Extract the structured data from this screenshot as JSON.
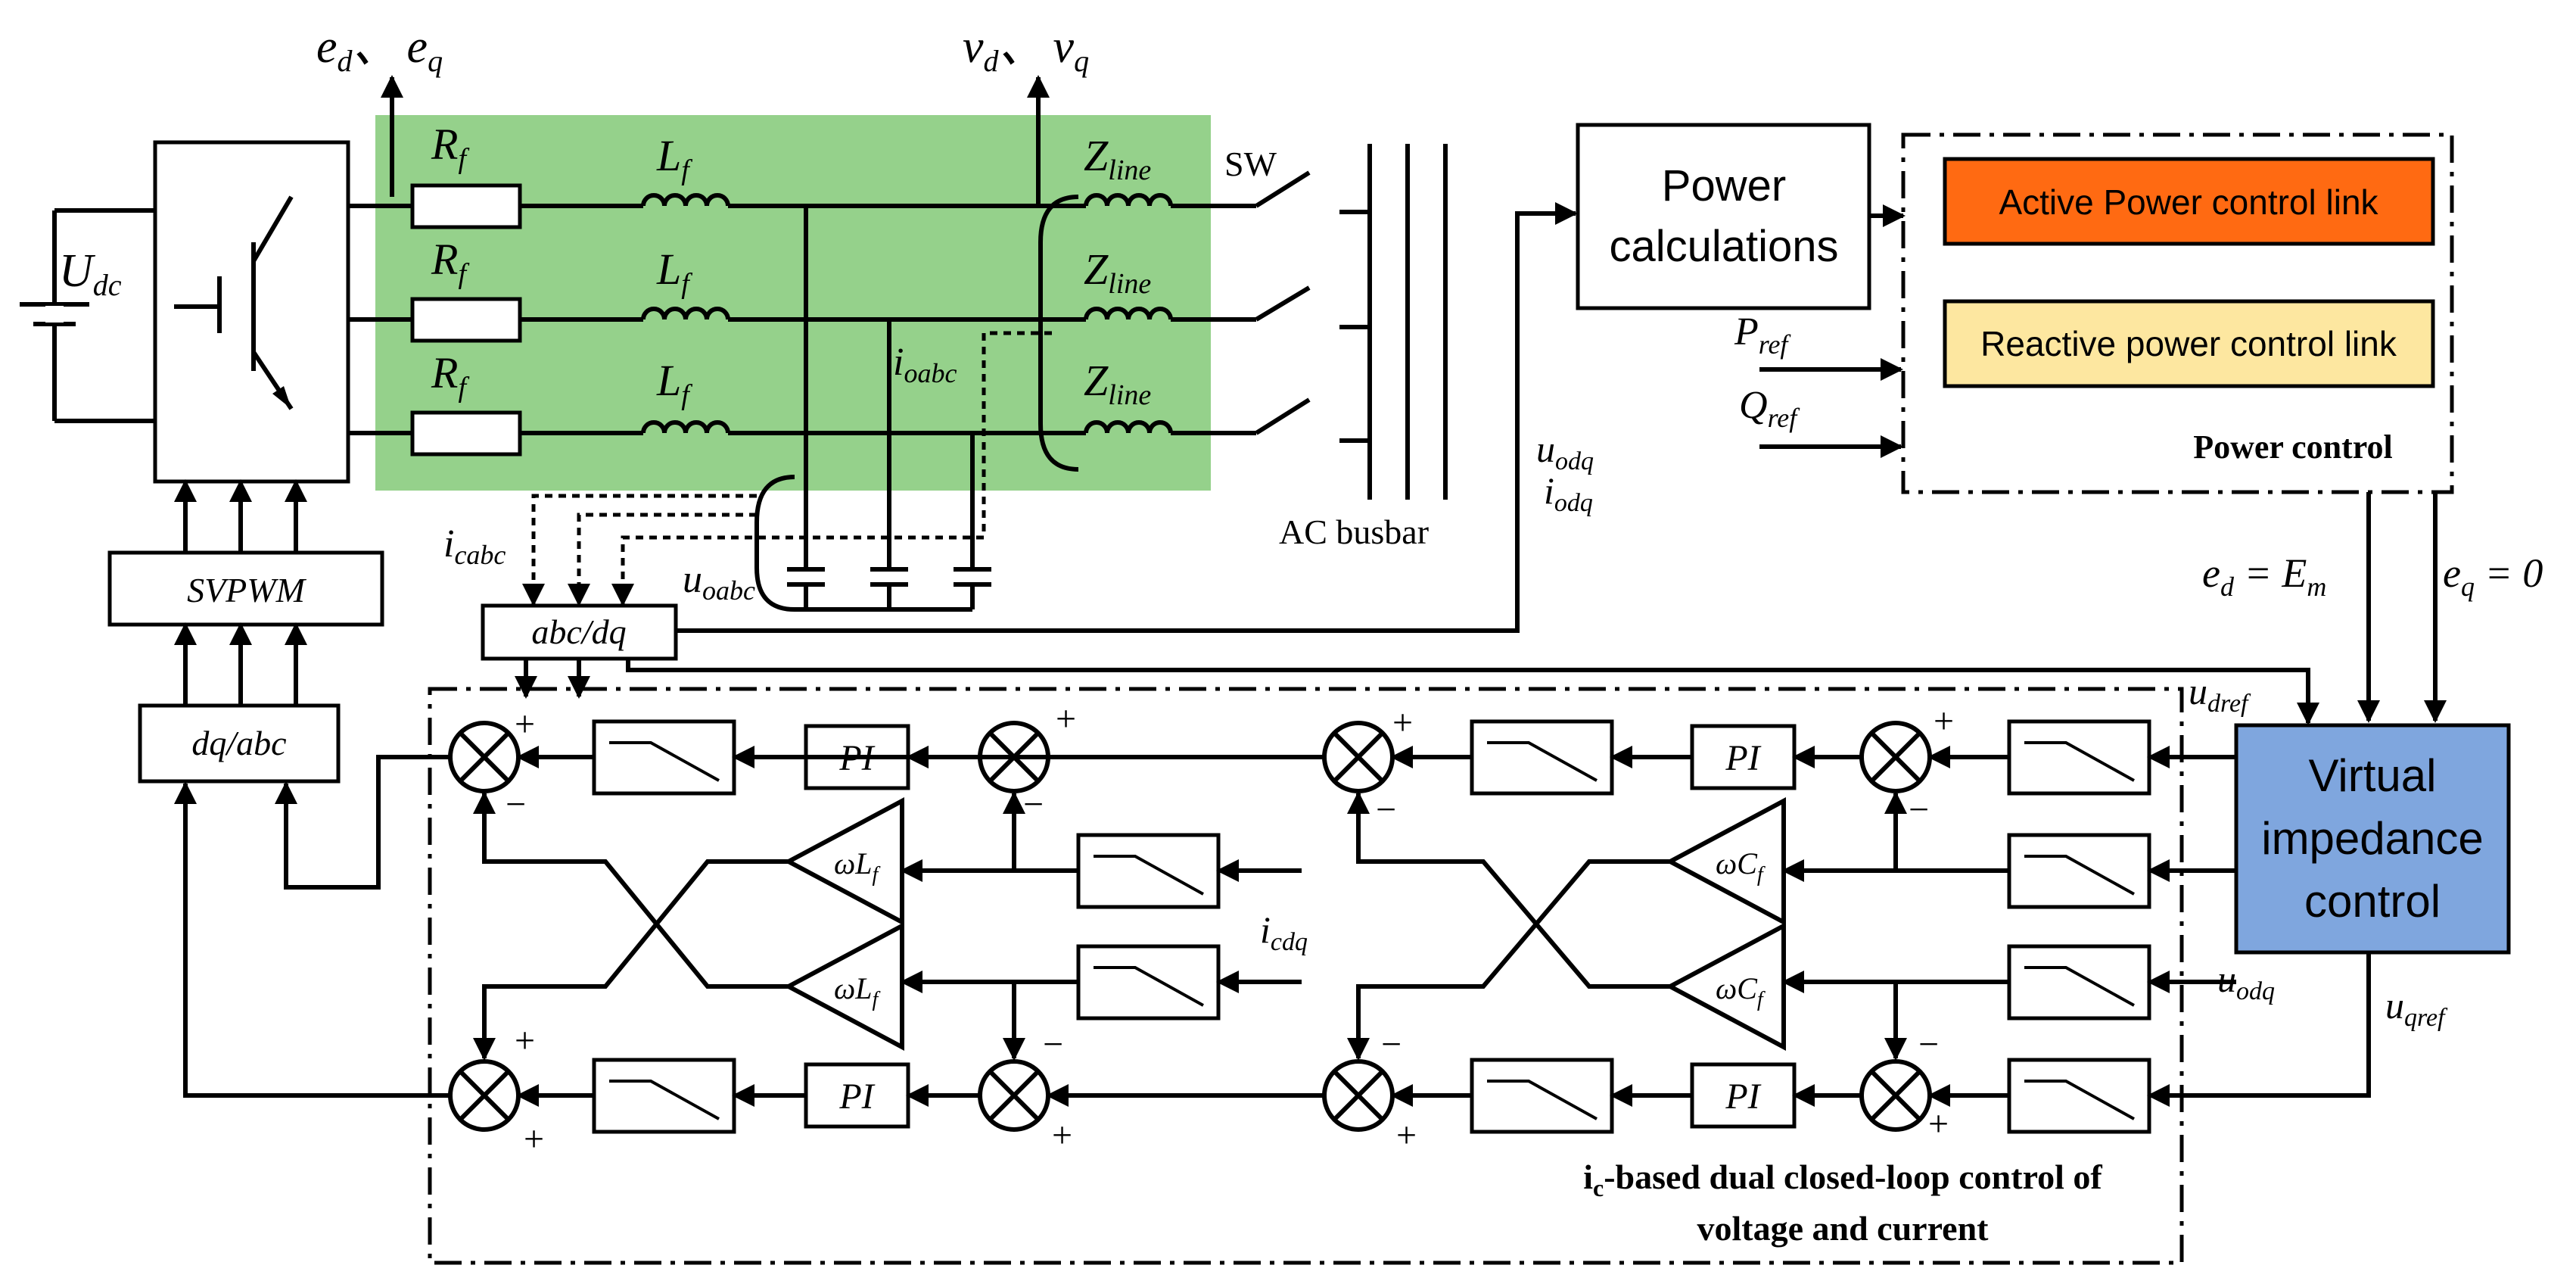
{
  "colors": {
    "filter_region": "#95d18b",
    "active_power_box": "#ff6a12",
    "reactive_power_box": "#fde7a0",
    "virtual_impedance_box": "#7fa6de"
  },
  "labels": {
    "ed_eq": "e",
    "vd_vq": "v",
    "udc": "U",
    "rf": "R",
    "lf": "L",
    "zline": "Z",
    "sw": "SW",
    "ac_busbar": "AC busbar",
    "ioabc": "i",
    "icabc": "i",
    "uoabc": "u",
    "uodq_iodq": "u",
    "pref": "P",
    "qref": "Q",
    "ed_em": "e",
    "eq_zero": "e",
    "udref": "u",
    "uqref": "u",
    "icdq": "i",
    "uodq": "u"
  },
  "subscripts": {
    "d": "d",
    "q": "q",
    "dc": "dc",
    "f": "f",
    "line": "line",
    "oabc": "oabc",
    "cabc": "cabc",
    "odq": "odq",
    "ref": "ref",
    "dref": "dref",
    "qref": "qref",
    "cdq": "cdq",
    "m": "m",
    "c": "c"
  },
  "extra": {
    "comma": "、",
    "equals_em": " = E",
    "equals_zero": " = 0",
    "omega": "ω"
  },
  "blocks": {
    "svpwm": "SVPWM",
    "dq_abc": "dq/abc",
    "abc_dq": "abc/dq",
    "pi": "PI",
    "power_calc_line1": "Power",
    "power_calc_line2": "calculations",
    "active_power": "Active Power control link",
    "reactive_power": "Reactive power control link",
    "power_control": "Power control",
    "virtual_impedance_1": "Virtual",
    "virtual_impedance_2": "impedance",
    "virtual_impedance_3": "control"
  },
  "caption": {
    "line1_pre": "i",
    "line1_sub": "c",
    "line1_post": "-based dual closed-loop control of",
    "line2": "voltage and current"
  },
  "signs": {
    "plus": "+",
    "minus": "−"
  }
}
